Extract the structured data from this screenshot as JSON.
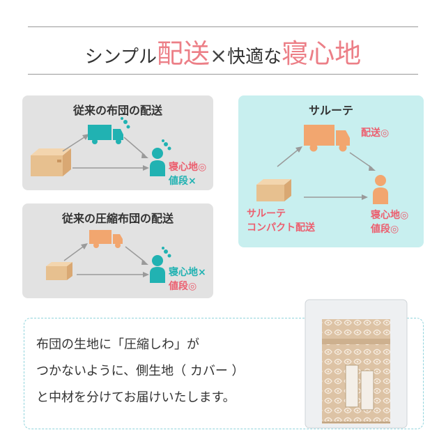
{
  "heading": {
    "part1": "シンプル",
    "part2": "配送",
    "part3": "×",
    "part4": "快適な",
    "part5": "寝心地"
  },
  "panel_conventional": {
    "title": "従来の布団の配送",
    "result_line1": "寝心地◎",
    "result_line2": "値段×"
  },
  "panel_compressed": {
    "title": "従来の圧縮布団の配送",
    "result_line1": "寝心地×",
    "result_line2": "値段◎"
  },
  "panel_salute": {
    "title": "サルーテ",
    "truck_label": "配送◎",
    "source_line1": "サルーテ",
    "source_line2": "コンパクト配送",
    "result_line1": "寝心地◎",
    "result_line2": "値段◎"
  },
  "note": {
    "line1": "布団の生地に「圧縮しわ」が",
    "line2": "つかないように、側生地（ カバー ）",
    "line3": "と中材を分けてお届けいたします。"
  },
  "colors": {
    "accent_pink": "#ec7f87",
    "label_pink": "#ec5f6f",
    "teal": "#21b2b2",
    "box": "#e7c08f",
    "truck_orange": "#f2a66f",
    "panel_gray": "#e2e2e2",
    "panel_teal": "#c8efef"
  },
  "icons": [
    "cardboard-box-icon",
    "delivery-truck-icon",
    "person-icon",
    "sweat-drops-icon",
    "arrow-icon"
  ]
}
